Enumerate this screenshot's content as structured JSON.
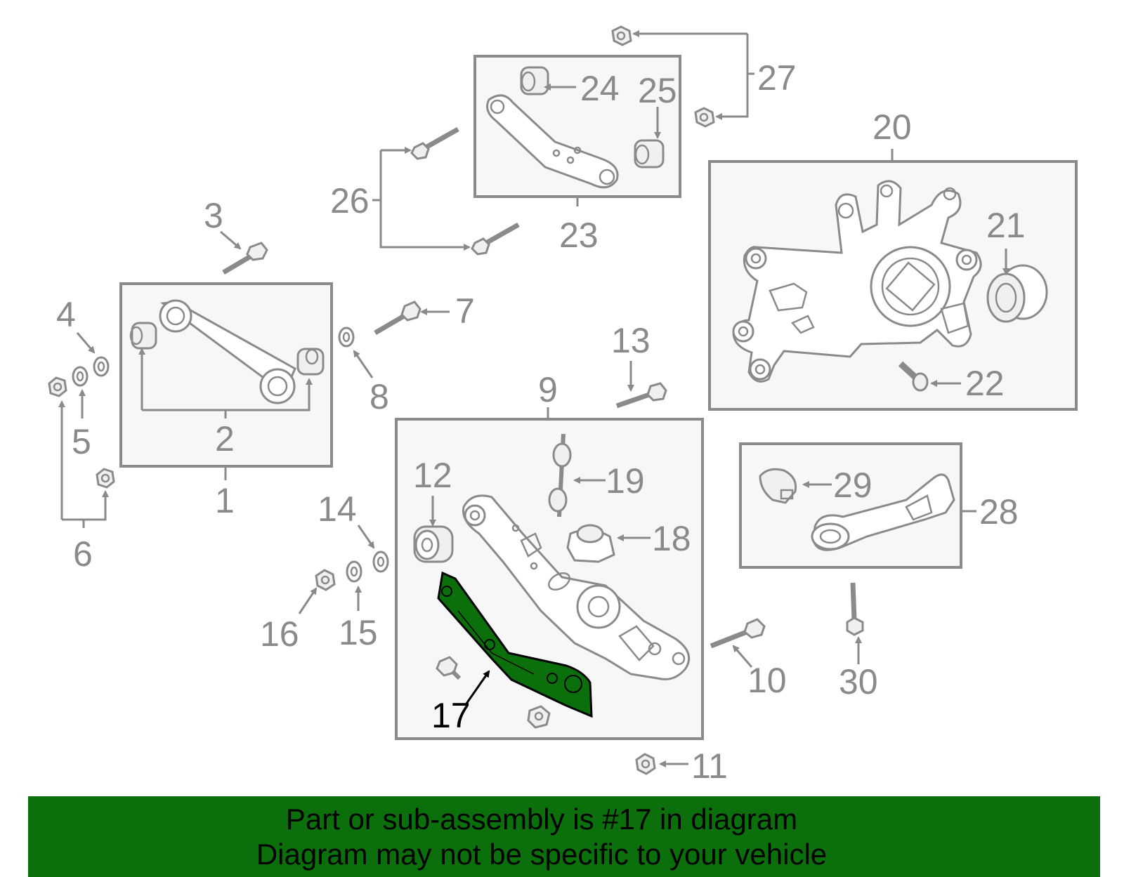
{
  "labels": {
    "l1": "1",
    "l2": "2",
    "l3": "3",
    "l4": "4",
    "l5": "5",
    "l6": "6",
    "l7": "7",
    "l8": "8",
    "l9": "9",
    "l10": "10",
    "l11": "11",
    "l12": "12",
    "l13": "13",
    "l14": "14",
    "l15": "15",
    "l16": "16",
    "l17": "17",
    "l18": "18",
    "l19": "19",
    "l20": "20",
    "l21": "21",
    "l22": "22",
    "l23": "23",
    "l24": "24",
    "l25": "25",
    "l26": "26",
    "l27": "27",
    "l28": "28",
    "l29": "29",
    "l30": "30"
  },
  "highlight": {
    "part_number": "17",
    "color": "#0b6f0b"
  },
  "banner": {
    "line1": "Part or sub-assembly is #17 in diagram",
    "line2": "Diagram may not be specific to your vehicle",
    "background": "#0b6f0b"
  },
  "colors": {
    "line": "#8a8a8a",
    "box_fill": "#f7f7f7",
    "highlight_label": "#000000"
  }
}
